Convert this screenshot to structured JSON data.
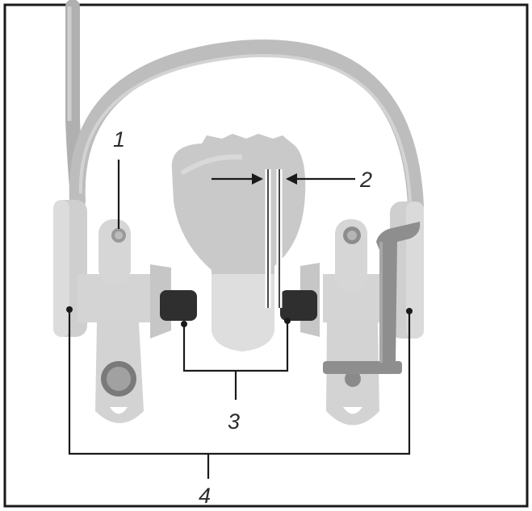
{
  "diagram": {
    "callouts": [
      {
        "id": "1",
        "text": "1"
      },
      {
        "id": "2",
        "text": "2"
      },
      {
        "id": "3",
        "text": "3"
      },
      {
        "id": "4",
        "text": "4"
      }
    ],
    "colors": {
      "frame": "#1a1a1a",
      "body_light": "#d7d7d7",
      "body_mid": "#c4c4c4",
      "body_dark": "#a8a8a8",
      "pad": "#2f2f2f",
      "cable": "#b9b9b9",
      "adjuster": "#8a8a8a"
    }
  }
}
